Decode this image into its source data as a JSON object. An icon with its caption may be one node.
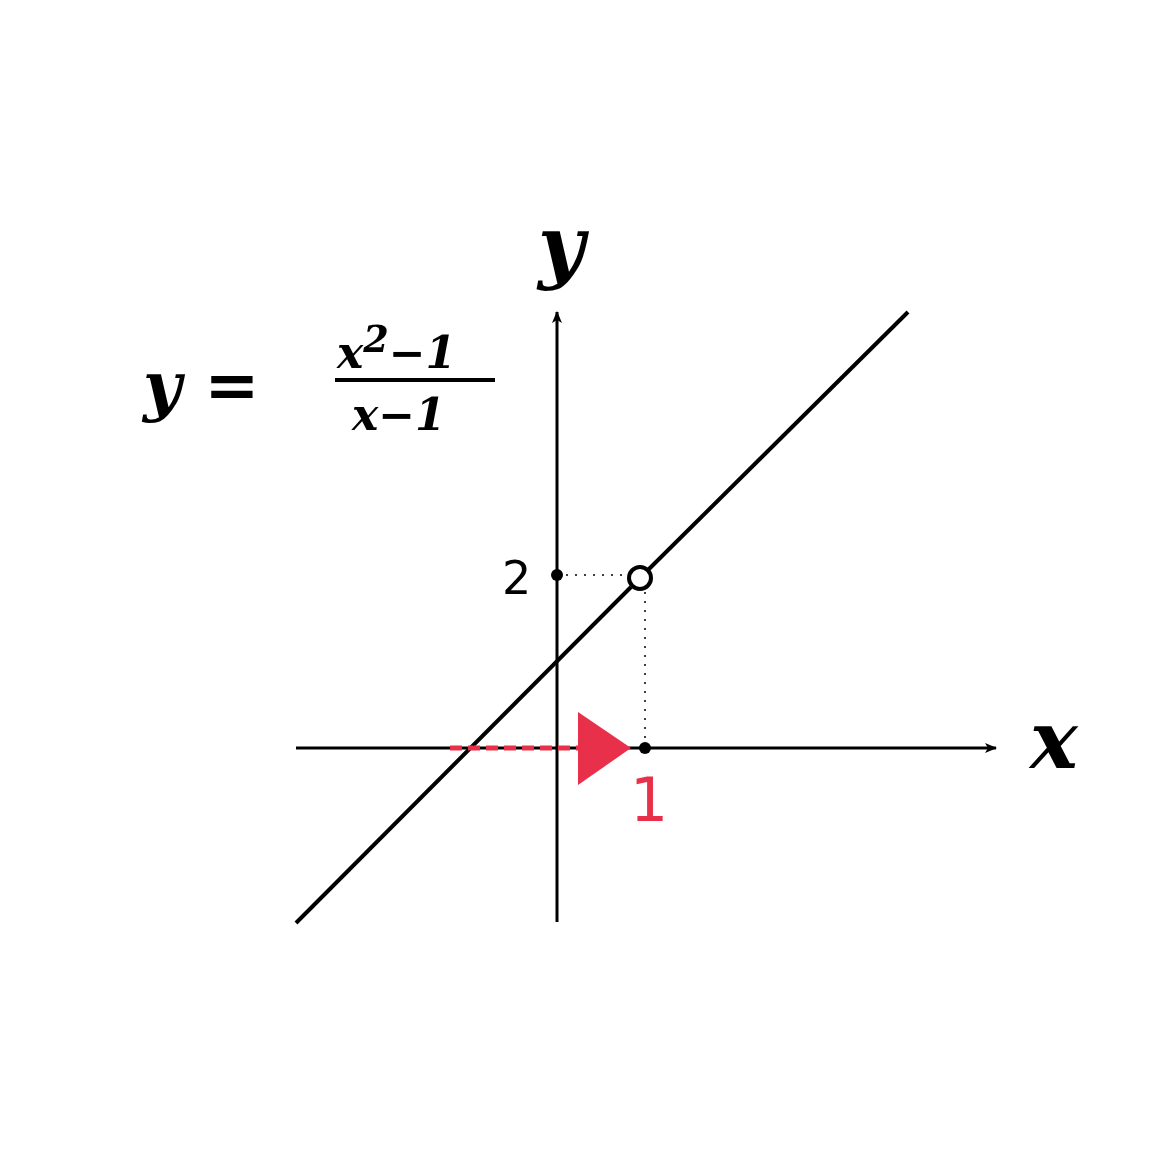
{
  "diagram": {
    "labels": [
      "y",
      "y =",
      "x$^{2}$−1",
      "x−1",
      "2",
      "x",
      "1"
    ]
  }
}
